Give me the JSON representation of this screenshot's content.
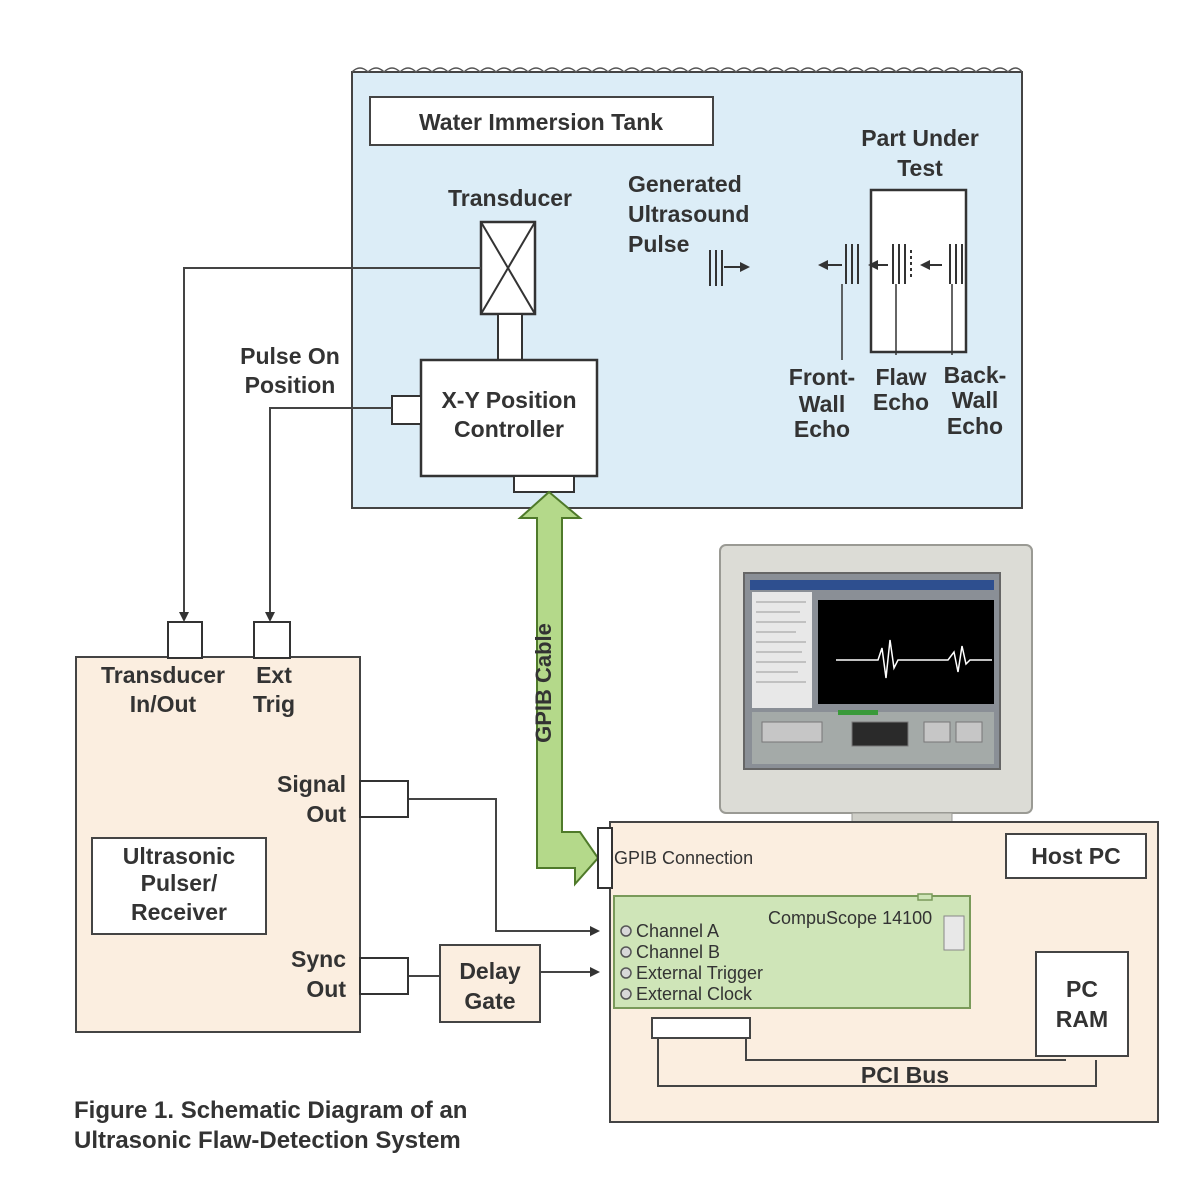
{
  "caption": {
    "line1": "Figure 1. Schematic Diagram of an",
    "line2": "Ultrasonic Flaw-Detection System"
  },
  "tank": {
    "title": "Water Immersion Tank",
    "transducer": "Transducer",
    "pulse": [
      "Generated",
      "Ultrasound",
      "Pulse"
    ],
    "part": [
      "Part Under",
      "Test"
    ],
    "front_echo": [
      "Front-",
      "Wall",
      "Echo"
    ],
    "flaw_echo": [
      "Flaw",
      "Echo"
    ],
    "back_echo": [
      "Back-",
      "Wall",
      "Echo"
    ],
    "controller": [
      "X-Y Position",
      "Controller"
    ]
  },
  "pulse_on_position": [
    "Pulse On",
    "Position"
  ],
  "gpib_cable": "GPIB Cable",
  "pulser": {
    "transducer_io": [
      "Transducer",
      "In/Out"
    ],
    "ext_trig": [
      "Ext",
      "Trig"
    ],
    "signal_out": [
      "Signal",
      "Out"
    ],
    "sync_out": [
      "Sync",
      "Out"
    ],
    "name": [
      "Ultrasonic",
      "Pulser/",
      "Receiver"
    ]
  },
  "delay_gate": [
    "Delay",
    "Gate"
  ],
  "host": {
    "title": "Host PC",
    "gpib_connection": "GPIB Connection",
    "card_name": "CompuScope 14100",
    "channels": [
      "Channel A",
      "Channel B",
      "External Trigger",
      "External Clock"
    ],
    "ram": [
      "PC",
      "RAM"
    ],
    "bus": "PCI Bus"
  },
  "colors": {
    "tank_fill": "#dcedf7",
    "pulser_fill": "#fbeee0",
    "host_fill": "#fbeee0",
    "card_fill": "#cfe5b8",
    "cable_fill": "#b4d98a",
    "line": "#444444",
    "monitor": "#dcdcd6"
  },
  "icons": [
    "transducer-x-icon",
    "monitor-icon",
    "pulse-waves-icon"
  ]
}
